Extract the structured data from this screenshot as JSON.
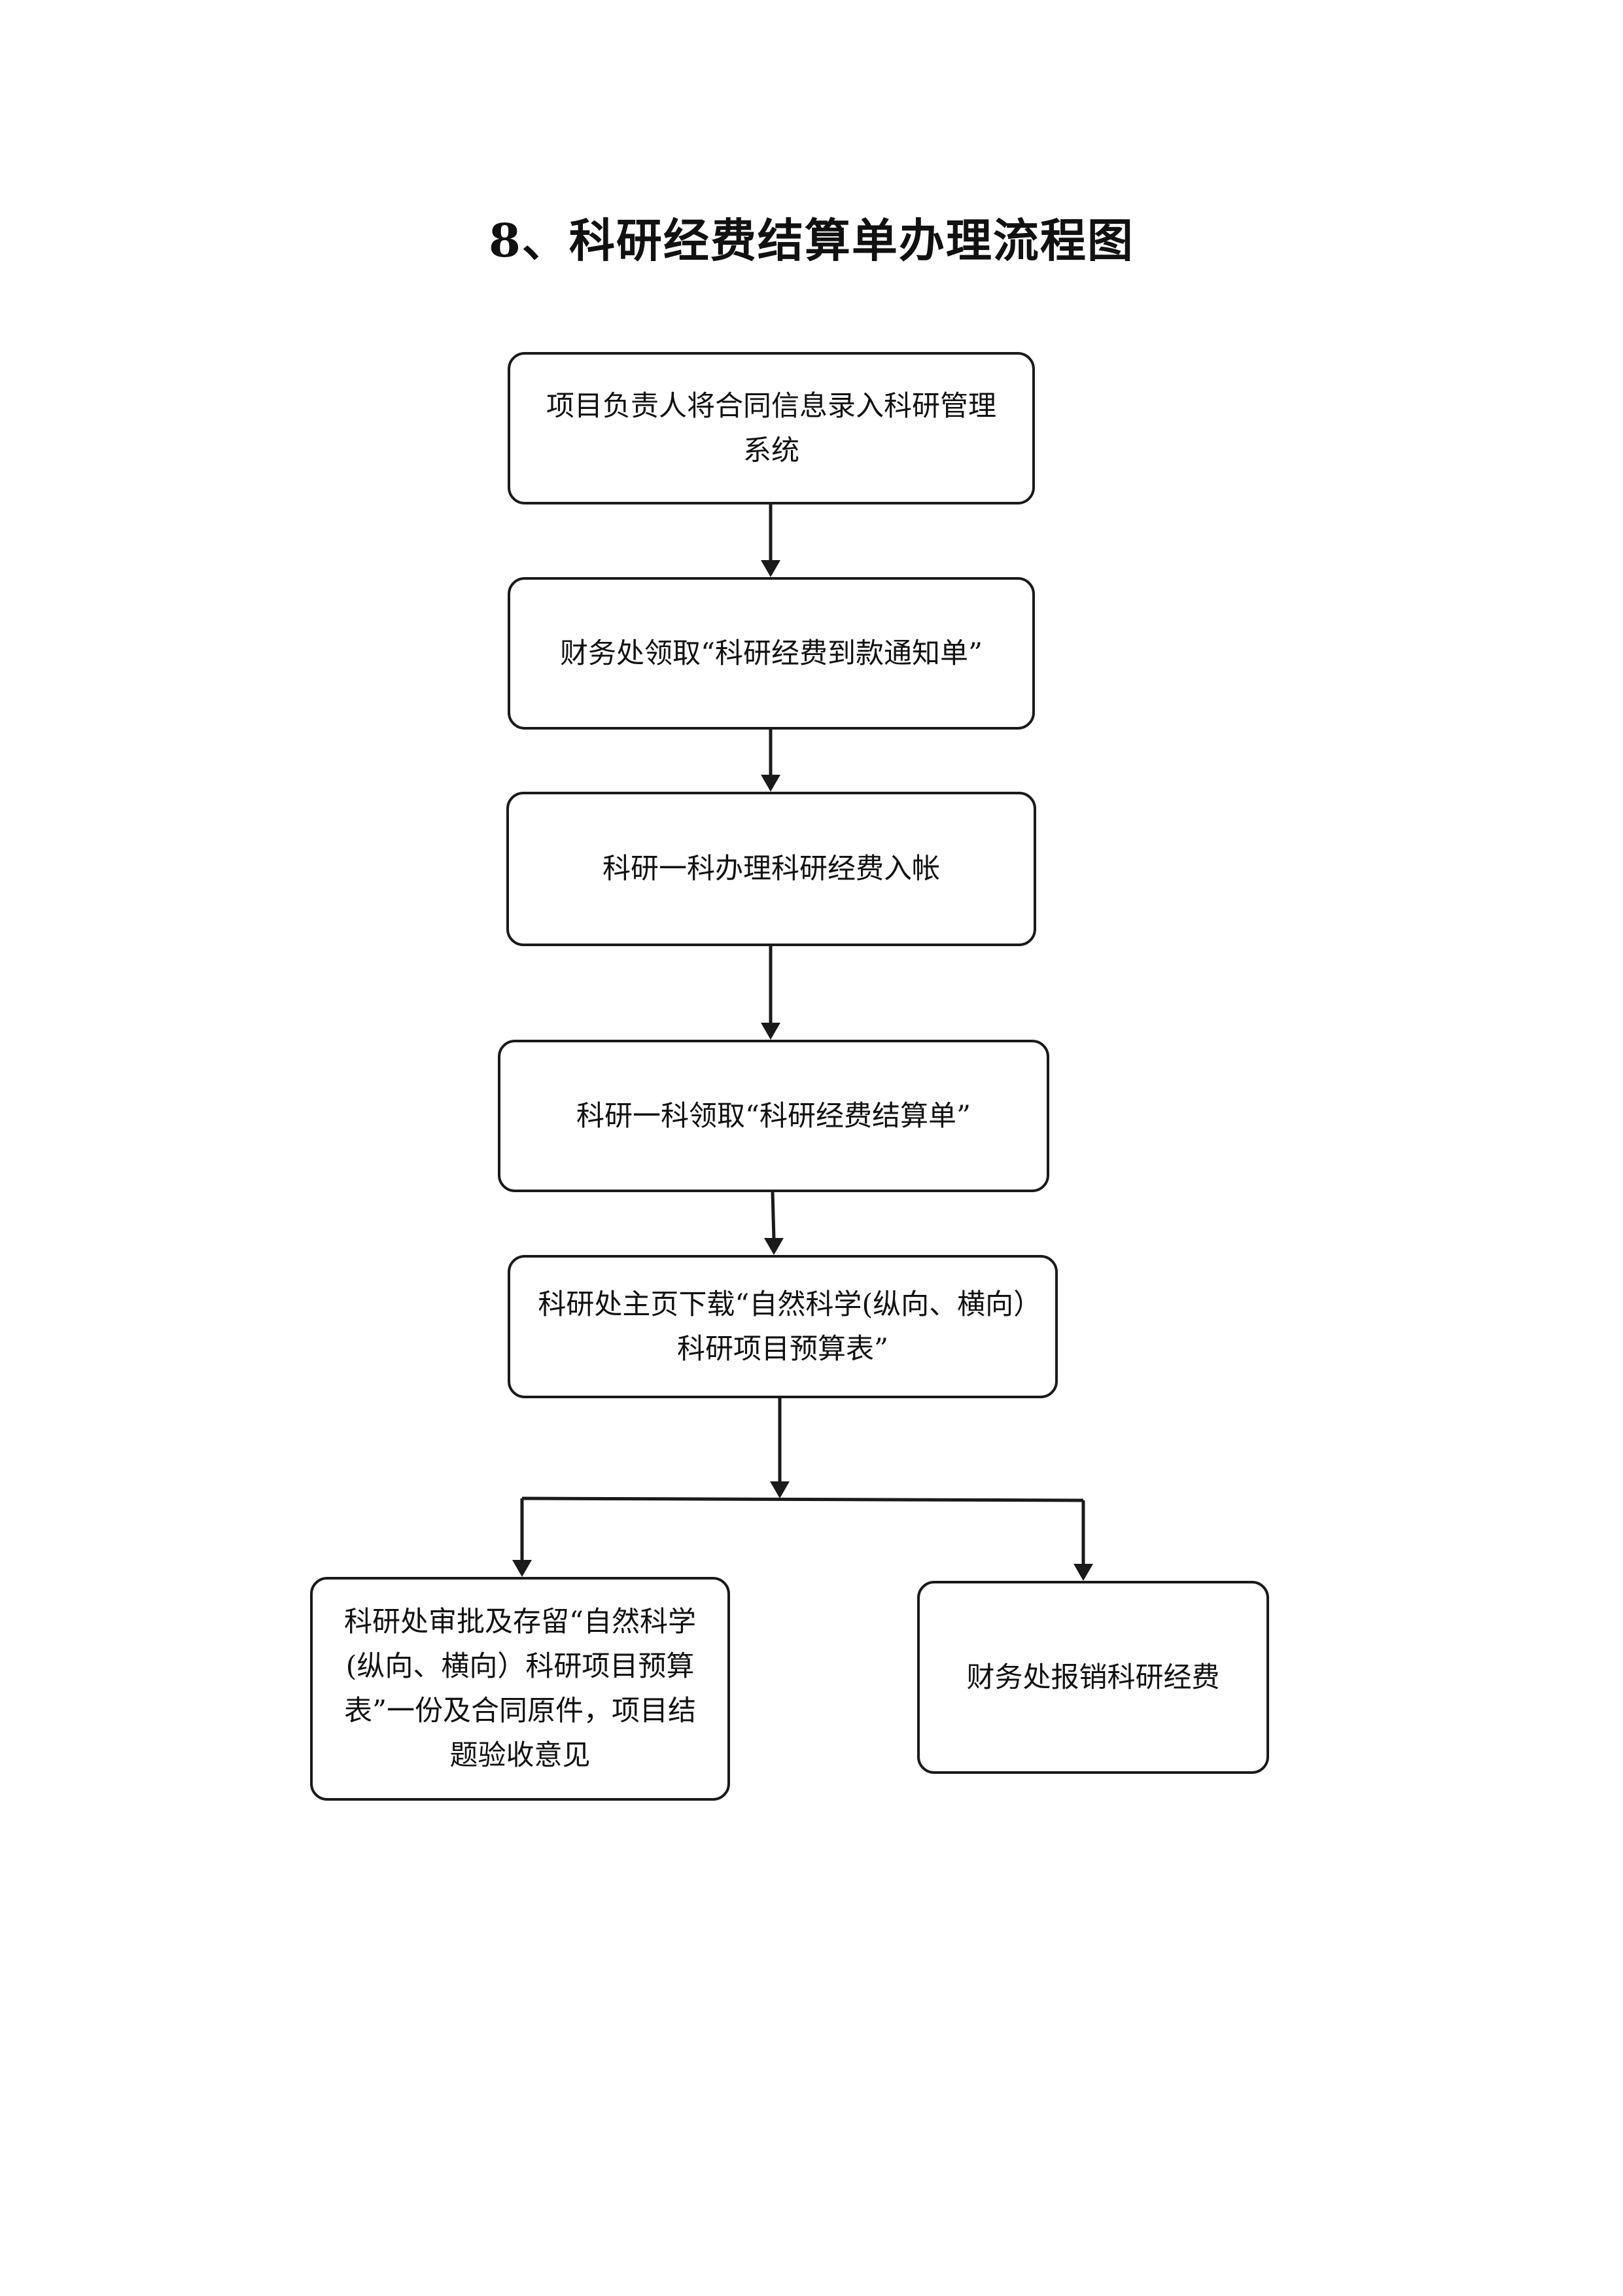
{
  "title": "8、科研经费结算单办理流程图",
  "steps": [
    {
      "text": "项目负责人将合同信息录入科研管理系统"
    },
    {
      "text": "财务处领取“科研经费到款通知单”"
    },
    {
      "text": "科研一科办理科研经费入帐"
    },
    {
      "text": "科研一科领取“科研经费结算单”"
    },
    {
      "text": "科研处主页下载“自然科学(纵向、横向）科研项目预算表”"
    }
  ],
  "branches": [
    {
      "text": "科研处审批及存留“自然科学(纵向、横向）科研项目预算表”一份及合同原件，项目结题验收意见"
    },
    {
      "text": "财务处报销科研经费"
    }
  ]
}
